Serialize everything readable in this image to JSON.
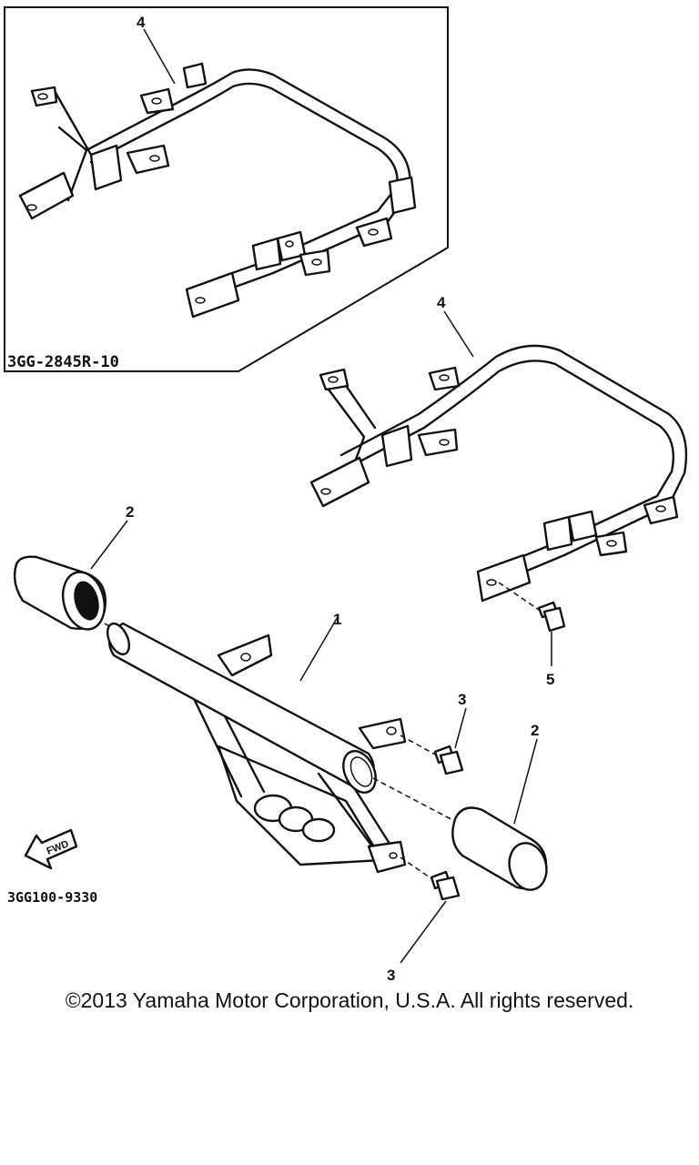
{
  "diagram": {
    "inset_code": "3GG-2845R-10",
    "figure_code": "3GG100-9330",
    "fwd_label": "FWD",
    "callouts": {
      "inset_rack": "4",
      "rack": "4",
      "left_cap": "2",
      "bumper": "1",
      "upper_bolt": "3",
      "right_cap": "2",
      "rack_bolt": "5",
      "lower_bolt": "3"
    }
  },
  "footer": {
    "copyright": "©2013 Yamaha Motor Corporation, U.S.A. All rights reserved."
  }
}
